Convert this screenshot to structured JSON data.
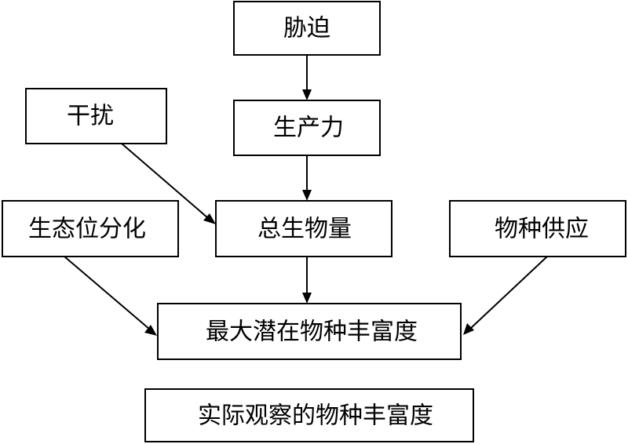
{
  "diagram": {
    "nodes": {
      "stress": "胁迫",
      "disturbance": "干扰",
      "productivity": "生产力",
      "niche_differentiation": "生态位分化",
      "total_biomass": "总生物量",
      "species_supply": "物种供应",
      "max_potential_richness": "最大潜在物种丰富度",
      "observed_richness": "实际观察的物种丰富度"
    },
    "edges": [
      {
        "from": "stress",
        "to": "productivity"
      },
      {
        "from": "productivity",
        "to": "total_biomass"
      },
      {
        "from": "disturbance",
        "to": "total_biomass"
      },
      {
        "from": "total_biomass",
        "to": "max_potential_richness"
      },
      {
        "from": "niche_differentiation",
        "to": "max_potential_richness"
      },
      {
        "from": "species_supply",
        "to": "max_potential_richness"
      }
    ]
  }
}
